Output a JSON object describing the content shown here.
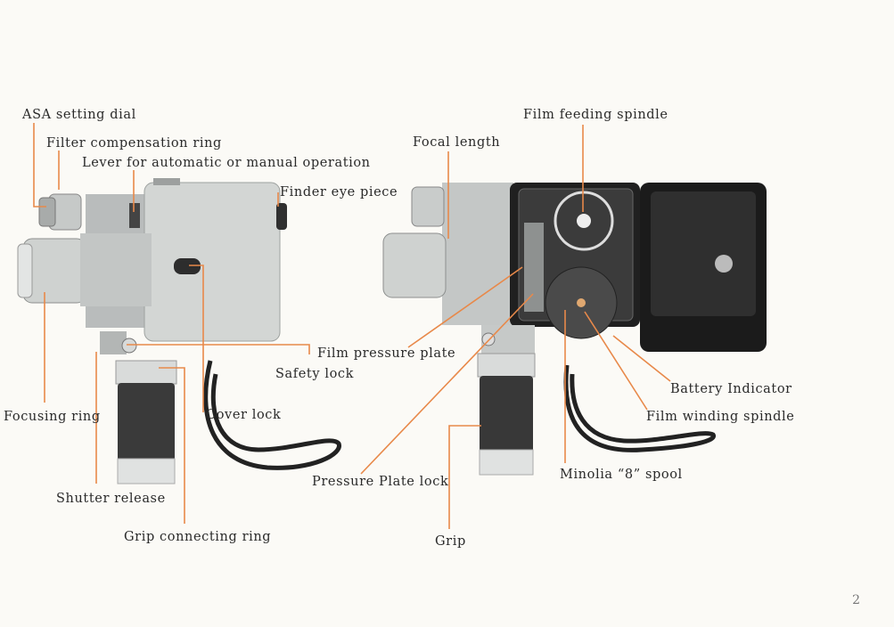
{
  "labels": {
    "asa_setting_dial": "ASA setting dial",
    "filter_compensation_ring": "Filter compensation ring",
    "lever_auto_manual": "Lever for automatic or manual operation",
    "finder_eye_piece": "Finder eye piece",
    "focusing_ring": "Focusing ring",
    "film_pressure_plate": "Film pressure plate",
    "safety_lock": "Safety lock",
    "cover_lock": "Cover lock",
    "shutter_release": "Shutter release",
    "grip_connecting_ring": "Grip connecting ring",
    "focal_length": "Focal length",
    "film_feeding_spindle": "Film feeding spindle",
    "pressure_plate_lock": "Pressure Plate lock",
    "grip": "Grip",
    "battery_indicator": "Battery Indicator",
    "film_winding_spindle": "Film winding spindle",
    "minolta_spool": "Minolia “8” spool"
  },
  "page_number": "2",
  "colors": {
    "leader": "#e8894a",
    "text": "#2a2a2a",
    "background": "#fbfaf6"
  }
}
